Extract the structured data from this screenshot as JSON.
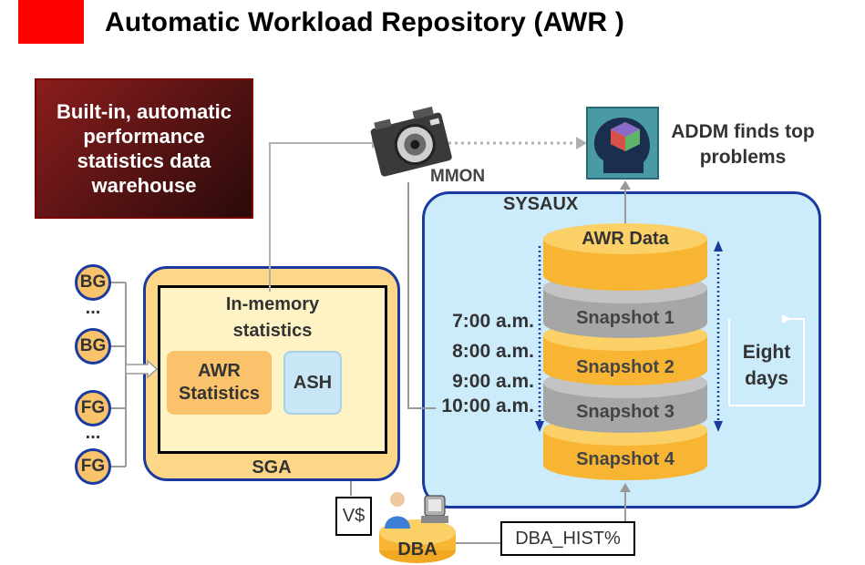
{
  "title": "Automatic Workload Repository (AWR )",
  "builtin_box": "Built-in, automatic performance statistics data warehouse",
  "sga": {
    "label": "SGA",
    "inmemory": "In-memory statistics",
    "awr_statistics": "AWR Statistics",
    "ash": "ASH"
  },
  "processes": [
    "BG",
    "BG",
    "FG",
    "FG"
  ],
  "process_separator": "...",
  "mmon": "MMON",
  "addm": "ADDM finds top problems",
  "sysaux": {
    "label": "SYSAUX",
    "layers": [
      "AWR Data",
      "Snapshot 1",
      "Snapshot 2",
      "Snapshot 3",
      "Snapshot 4"
    ],
    "times": [
      "7:00 a.m.",
      "8:00 a.m.",
      "9:00 a.m.",
      "10:00 a.m."
    ],
    "retention": "Eight days"
  },
  "vdollar": "V$",
  "dba": "DBA",
  "dba_hist": "DBA_HIST%",
  "colors": {
    "accent_red": "#ff0000",
    "orange": "#f9b233",
    "blue_border": "#1a3aa0",
    "light_blue": "#ccebfb",
    "gray_disk": "#a6a6a6"
  }
}
